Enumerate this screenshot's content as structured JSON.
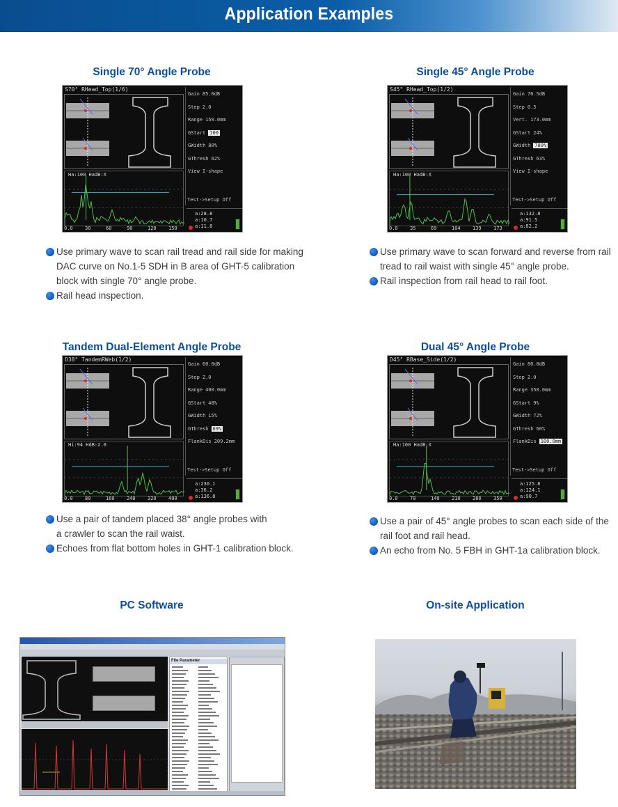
{
  "banner": {
    "title": "Application Examples",
    "color_start": "#0a4d8f",
    "color_end": "#dfe9f3"
  },
  "accent_color": "#0b4f9a",
  "bullet_color": "#1460c4",
  "sections": {
    "single70": {
      "title": "Single 70° Angle Probe",
      "screen": {
        "title": "S70° RHead_Top(1/6)",
        "params": [
          {
            "label": "Gain",
            "value": "85.0dB"
          },
          {
            "label": "Step",
            "value": "2.0"
          },
          {
            "label": "Range",
            "value": "150.0mm"
          },
          {
            "label": "GStart",
            "value": "100"
          },
          {
            "label": "GWidth",
            "value": "80%"
          },
          {
            "label": "GThresh",
            "value": "62%"
          },
          {
            "label": "View",
            "value": "I-shape"
          }
        ],
        "test": "Test->Setup Off",
        "gate": "Ha:100 HadB:X",
        "scale": [
          "0.0",
          "30",
          "60",
          "90",
          "120",
          "150"
        ],
        "readouts": [
          "a:28.8",
          "a:10.7",
          "a:11.8"
        ]
      },
      "bullets": [
        {
          "lines": [
            "Use primary wave to scan rail tread and rail side for making",
            "DAC curve on No.1-5 SDH in B area of GHT-5 calibration",
            "block with single 70° angle probe."
          ]
        },
        {
          "lines": [
            "Rail head inspection."
          ]
        }
      ]
    },
    "single45": {
      "title": "Single 45° Angle Probe",
      "screen": {
        "title": "S45° RHead_Top(1/2)",
        "params": [
          {
            "label": "Gain",
            "value": "70.5dB"
          },
          {
            "label": "Step",
            "value": "0.5"
          },
          {
            "label": "Vert.",
            "value": "173.0mm"
          },
          {
            "label": "GStart",
            "value": "24%"
          },
          {
            "label": "GWidth",
            "value": "780%"
          },
          {
            "label": "GThresh",
            "value": "63%"
          },
          {
            "label": "View",
            "value": "I-shape"
          }
        ],
        "test": "Test->Setup Off",
        "gate": "Ha:100 HadB:X",
        "scale": [
          "0.0",
          "35",
          "69",
          "104",
          "139",
          "173"
        ],
        "readouts": [
          "a:132.8",
          "a:91.5",
          "a:82.2"
        ]
      },
      "bullets": [
        {
          "lines": [
            "Use primary wave to scan forward and reverse from rail",
            "tread to rail waist with single 45° angle probe."
          ]
        },
        {
          "lines": [
            "Rail inspection from rail head to rail foot."
          ]
        }
      ]
    },
    "tandem": {
      "title": "Tandem Dual-Element Angle Probe",
      "screen": {
        "title": "D38° TandemRWeb(1/2)",
        "params": [
          {
            "label": "Gain",
            "value": "60.0dB"
          },
          {
            "label": "Step",
            "value": "2.0"
          },
          {
            "label": "Range",
            "value": "400.0mm"
          },
          {
            "label": "GStart",
            "value": "48%"
          },
          {
            "label": "GWidth",
            "value": "15%"
          },
          {
            "label": "GThresh",
            "value": "69%"
          },
          {
            "label": "FlankDis",
            "value": "209.2mm"
          }
        ],
        "test": "Test->Setup Off",
        "gate": "Hi:94 HdB:2.0",
        "scale": [
          "0.0",
          "80",
          "160",
          "240",
          "320",
          "400"
        ],
        "readouts": [
          "a:230.1",
          "a:36.2",
          "a:136.8"
        ]
      },
      "bullets": [
        {
          "lines": [
            "Use a pair of tandem placed 38° angle probes with",
            "a crawler to scan the rail waist."
          ]
        },
        {
          "lines": [
            "Echoes from flat bottom holes in GHT-1 calibration block."
          ]
        }
      ]
    },
    "dual45": {
      "title": "Dual 45° Angle Probe",
      "screen": {
        "title": "D45° RBase_Side(1/2)",
        "params": [
          {
            "label": "Gain",
            "value": "80.0dB"
          },
          {
            "label": "Step",
            "value": "2.0"
          },
          {
            "label": "Range",
            "value": "350.0mm"
          },
          {
            "label": "GStart",
            "value": "9%"
          },
          {
            "label": "GWidth",
            "value": "72%"
          },
          {
            "label": "GThresh",
            "value": "60%"
          },
          {
            "label": "FlankDis",
            "value": "100.0mm"
          }
        ],
        "test": "Test->Setup Off",
        "gate": "Ha:100 HadB:X",
        "scale": [
          "0.0",
          "70",
          "140",
          "210",
          "280",
          "350"
        ],
        "readouts": [
          "a:125.8",
          "a:124.1",
          "a:90.7"
        ]
      },
      "bullets": [
        {
          "lines": [
            "Use a pair of 45° angle probes to scan each side of the",
            "rail foot and rail head."
          ]
        },
        {
          "lines": [
            "An echo from No. 5 FBH in GHT-1a calibration block."
          ]
        }
      ]
    },
    "pc": {
      "title": "PC Software",
      "params_header": "File Parameter"
    },
    "onsite": {
      "title": "On-site Application"
    }
  }
}
